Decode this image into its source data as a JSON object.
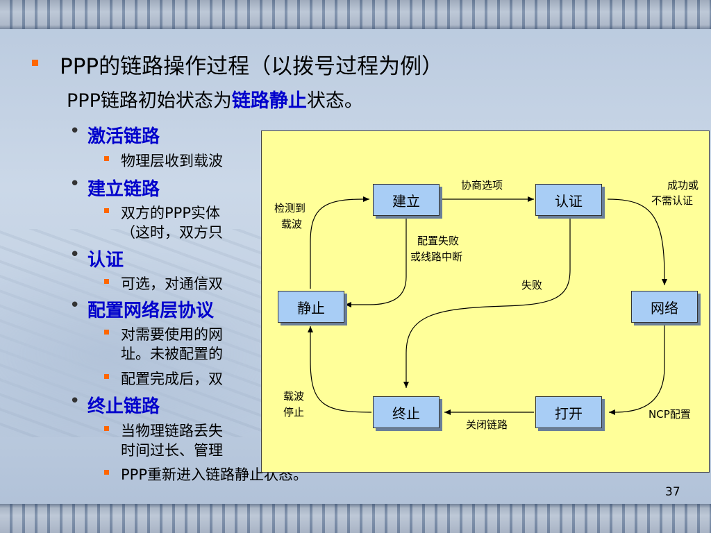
{
  "slide": {
    "title": "PPP的链路操作过程（以拨号过程为例）",
    "subtitle_pre": "PPP链路初始状态为",
    "subtitle_em": "链路静止",
    "subtitle_post": "状态。",
    "page_number": "37",
    "bullets": [
      {
        "label": "激活链路",
        "subs": [
          "物理层收到载波"
        ]
      },
      {
        "label": "建立链路",
        "subs": [
          "双方的PPP实体",
          "（这时，双方只"
        ]
      },
      {
        "label": "认证",
        "subs": [
          "可选，对通信双"
        ]
      },
      {
        "label": "配置网络层协议",
        "subs": [
          "对需要使用的网",
          "址。未被配置的",
          "配置完成后，双"
        ]
      },
      {
        "label": "终止链路",
        "subs": [
          "当物理链路丢失",
          "时间过长、管理",
          "PPP重新进入链路静止状态。"
        ]
      }
    ]
  },
  "diagram": {
    "nodes": {
      "establish": "建立",
      "authenticate": "认证",
      "dead": "静止",
      "network": "网络",
      "terminate": "终止",
      "open": "打开"
    },
    "edge_labels": {
      "negotiate": "协商选项",
      "success_1": "成功或",
      "success_2": "不需认证",
      "detect_1": "检测到",
      "detect_2": "载波",
      "config_fail_1": "配置失败",
      "config_fail_2": "或线路中断",
      "fail": "失败",
      "carrier_stop_1": "载波",
      "carrier_stop_2": "停止",
      "close_link": "关闭链路",
      "ncp_config": "NCP配置"
    },
    "colors": {
      "background": "#ffff99",
      "node_fill": "#a8cdf5",
      "node_shadow": "#6a7f99"
    }
  },
  "colors": {
    "bullet_square": "#ff6600",
    "heading_blue": "#0000cc"
  }
}
